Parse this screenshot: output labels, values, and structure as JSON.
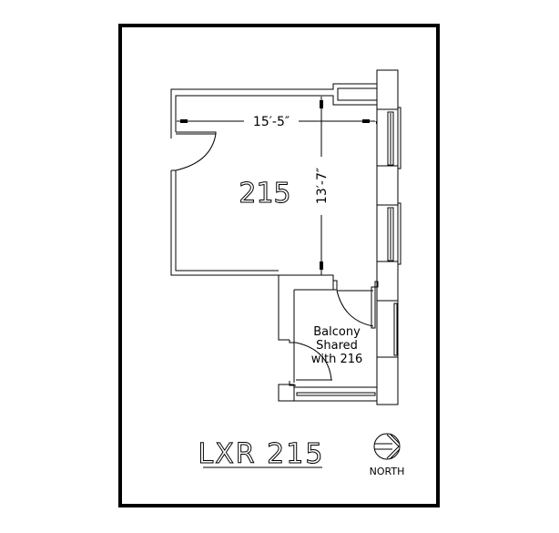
{
  "sheet": {
    "title": "LXR 215",
    "north_label": "NORTH"
  },
  "room": {
    "number": "215",
    "width_dimension": "15′-5″",
    "depth_dimension": "13′-7″"
  },
  "balcony": {
    "line1": "Balcony",
    "line2": "Shared",
    "line3": "with 216"
  },
  "colors": {
    "line": "#000000",
    "background": "#ffffff"
  }
}
